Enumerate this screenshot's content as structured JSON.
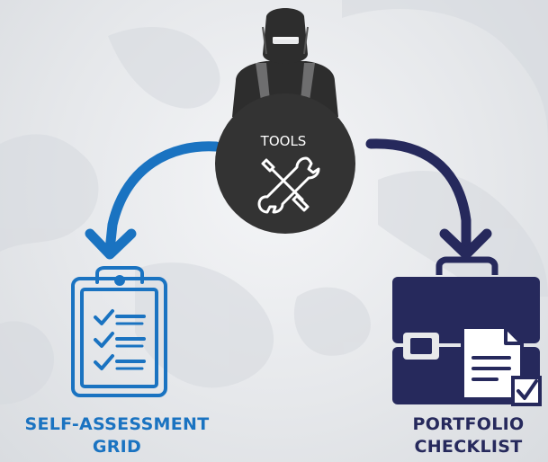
{
  "center": {
    "label": "TOOLS"
  },
  "left": {
    "line1": "SELF-ASSESSMENT",
    "line2": "GRID"
  },
  "right": {
    "line1": "PORTFOLIO",
    "line2": "CHECKLIST"
  },
  "colors": {
    "dark_circle": "#333333",
    "welder": "#2d2d2d",
    "left_accent": "#1a73c1",
    "right_accent": "#26295c",
    "map_land": "#d4d7dc",
    "background": "#eceef1"
  },
  "icons": [
    "welder-icon",
    "tools-crossed-icon",
    "clipboard-icon",
    "briefcase-icon",
    "document-icon",
    "checkbox-icon"
  ]
}
